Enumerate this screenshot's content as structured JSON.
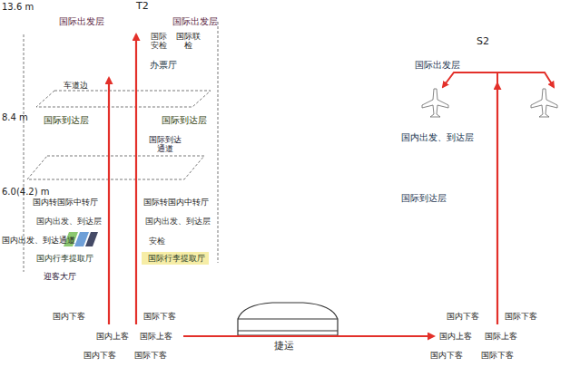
{
  "diagram": {
    "nodes": [
      {
        "text": [
          "国际出发层",
          "国际出发层"
        ]
      },
      {
        "text": [
          "国际安检"
        ]
      },
      {
        "text": [
          "国际联检"
        ]
      },
      {
        "text": [
          "办票厅"
        ]
      },
      {
        "text": [
          "国际到达层",
          "国际到达层"
        ]
      },
      {
        "text": [
          "国际到达通道"
        ]
      },
      {
        "text": [
          "国内出发、到达层",
          "国内出发、到达层"
        ]
      },
      {
        "text": [
          "安检"
        ]
      },
      {
        "text": [
          "国内行李提取厅",
          "国际行李提取厅"
        ]
      },
      {
        "text": [
          "迎客大厅"
        ]
      },
      {
        "text": [
          "国内下客",
          "国际下客",
          "国内上客",
          "国际上客",
          "国内下客",
          "国际下客"
        ]
      },
      {
        "text": [
          "国际出发层"
        ]
      },
      {
        "text": [
          "国内出发、到达层"
        ]
      },
      {
        "text": [
          "国际到达层"
        ]
      },
      {
        "text": [
          "国内下客",
          "国际下客",
          "国内上客",
          "国际上客",
          "国内下客",
          "国际下客"
        ]
      }
    ],
    "edges": [
      {
        "from": 10,
        "to": 3,
        "arrow": "to"
      },
      {
        "from": 10,
        "to": 0,
        "arrow": "to"
      },
      {
        "from": 10,
        "to": 14,
        "arrow": "to"
      },
      {
        "from": 14,
        "to": 11,
        "arrow": "to"
      }
    ],
    "labels": [
      "13.6 m",
      "T2",
      "车道边",
      "8.4 m",
      "6.0(4.2) m",
      "国内转国际中转厅",
      "国际转国内中转厅",
      "国内出发、到达通道",
      "捷运",
      "S2"
    ]
  }
}
